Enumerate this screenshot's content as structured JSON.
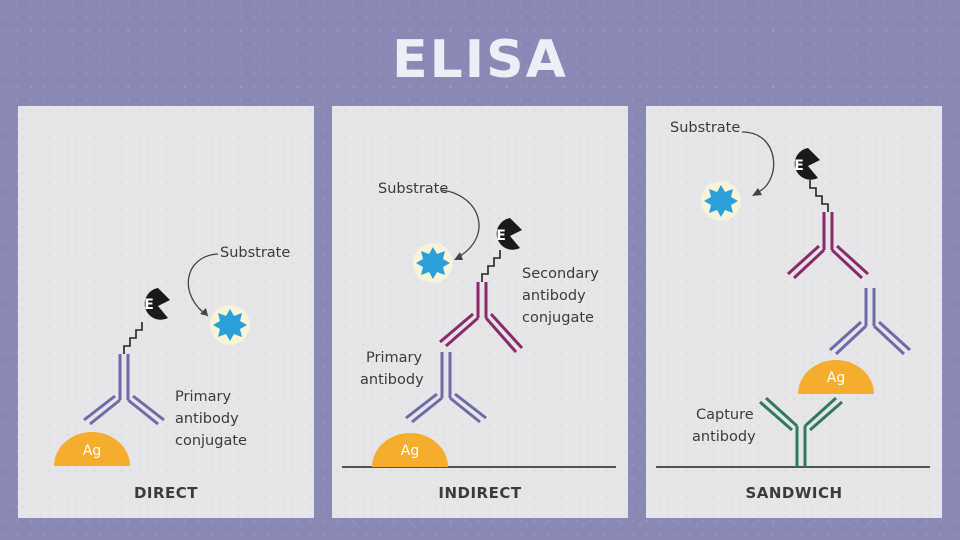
{
  "title": "ELISA",
  "panels": [
    {
      "footer": "DIRECT",
      "labels": {
        "substrate": "Substrate",
        "primary_1": "Primary",
        "primary_2": "antibody",
        "primary_3": "conjugate"
      }
    },
    {
      "footer": "INDIRECT",
      "labels": {
        "substrate": "Substrate",
        "secondary_1": "Secondary",
        "secondary_2": "antibody",
        "secondary_3": "conjugate",
        "primary_1": "Primary",
        "primary_2": "antibody"
      }
    },
    {
      "footer": "SANDWICH",
      "labels": {
        "substrate": "Substrate",
        "capture_1": "Capture",
        "capture_2": "antibody"
      }
    }
  ],
  "glyphs": {
    "antigen": "Ag",
    "enzyme": "E"
  },
  "colors": {
    "antigen": "#f5ad2e",
    "primary_antibody": "#6e6aa8",
    "secondary_antibody": "#8b2a6a",
    "capture_antibody": "#2f7a5a",
    "substrate": "#2a9fd8",
    "enzyme": "#1a1a1a"
  }
}
